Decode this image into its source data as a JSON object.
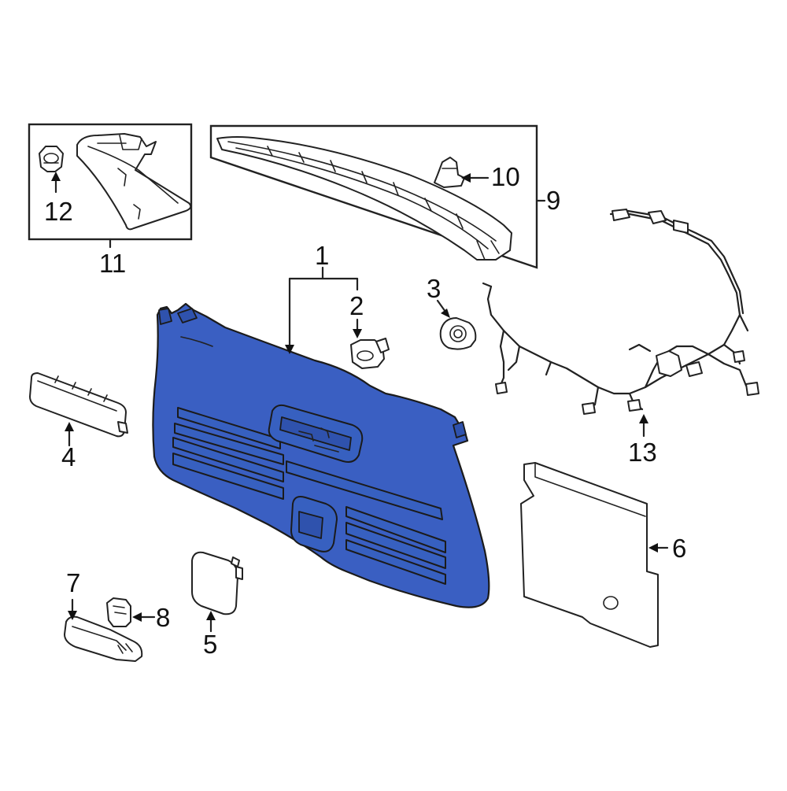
{
  "diagram": {
    "highlight_color": "#3a5fc2",
    "callouts": {
      "c1": "1",
      "c2": "2",
      "c3": "3",
      "c4": "4",
      "c5": "5",
      "c6": "6",
      "c7": "7",
      "c8": "8",
      "c9": "9",
      "c10": "10",
      "c11": "11",
      "c12": "12",
      "c13": "13"
    }
  }
}
